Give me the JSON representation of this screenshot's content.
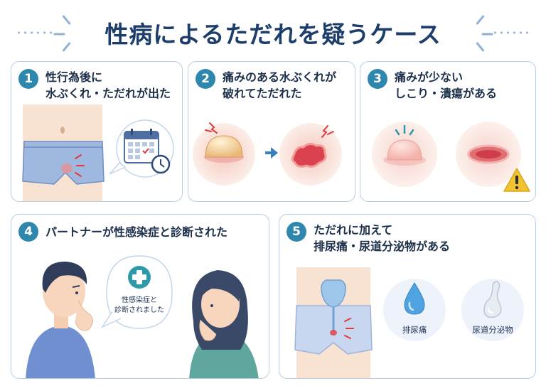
{
  "header": {
    "title": "性病によるただれを疑うケース"
  },
  "cards": [
    {
      "number": "1",
      "title_line1": "性行為後に",
      "title_line2": "水ぶくれ・ただれが出た"
    },
    {
      "number": "2",
      "title_line1": "痛みのある水ぶくれが",
      "title_line2": "破れてただれた"
    },
    {
      "number": "3",
      "title_line1": "痛みが少ない",
      "title_line2": "しこり・潰瘍がある"
    },
    {
      "number": "4",
      "title_line1": "パートナーが性感染症と診断された",
      "bubble_line1": "性感染症と",
      "bubble_line2": "診断されました"
    },
    {
      "number": "5",
      "title_line1": "ただれに加えて",
      "title_line2": "排尿痛・尿道分泌物がある",
      "caption_left": "排尿痛",
      "caption_right": "尿道分泌物"
    }
  ],
  "icons": [
    "calendar-icon",
    "clock-icon",
    "arrow-right-icon",
    "warning-icon",
    "medical-cross-icon",
    "pain-spark-icon",
    "water-drop-icon",
    "discharge-icon"
  ],
  "colors": {
    "accent": "#2e87ad",
    "title": "#1d3d6b",
    "border": "#b9cde3",
    "lesion": "#d9424e",
    "warning": "#f2c230"
  }
}
